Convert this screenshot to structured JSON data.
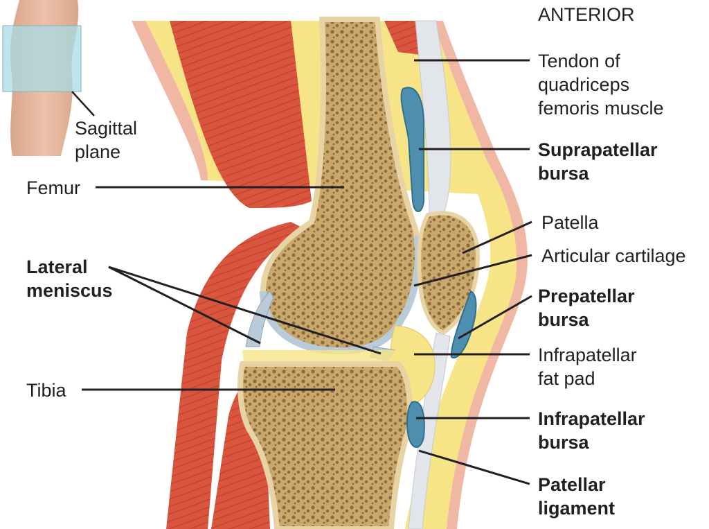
{
  "orientation_label": "ANTERIOR",
  "inset": {
    "label_line1": "Sagittal",
    "label_line2": "plane"
  },
  "labels": {
    "tendon_quadriceps": [
      "Tendon of",
      "quadriceps",
      "femoris muscle"
    ],
    "suprapatellar_bursa": [
      "Suprapatellar",
      "bursa"
    ],
    "femur": "Femur",
    "patella": "Patella",
    "articular_cartilage": "Articular cartilage",
    "lateral_meniscus": [
      "Lateral",
      "meniscus"
    ],
    "prepatellar_bursa": [
      "Prepatellar",
      "bursa"
    ],
    "infrapatellar_fat_pad": [
      "Infrapatellar",
      "fat pad"
    ],
    "tibia": "Tibia",
    "infrapatellar_bursa": [
      "Infrapatellar",
      "bursa"
    ],
    "patellar_ligament": [
      "Patellar",
      "ligament"
    ]
  },
  "colors": {
    "muscle": "#d9553e",
    "muscle_dark": "#b83d2a",
    "fat": "#f6e486",
    "bone_spongy": "#c9a86c",
    "bone_cortex": "#e8d3a4",
    "bursa": "#4e8fb0",
    "cartilage": "#b9cbd8",
    "skin": "#f0b7a5",
    "leader_line": "#231f20",
    "inset_plane": "#a8dbe6"
  }
}
